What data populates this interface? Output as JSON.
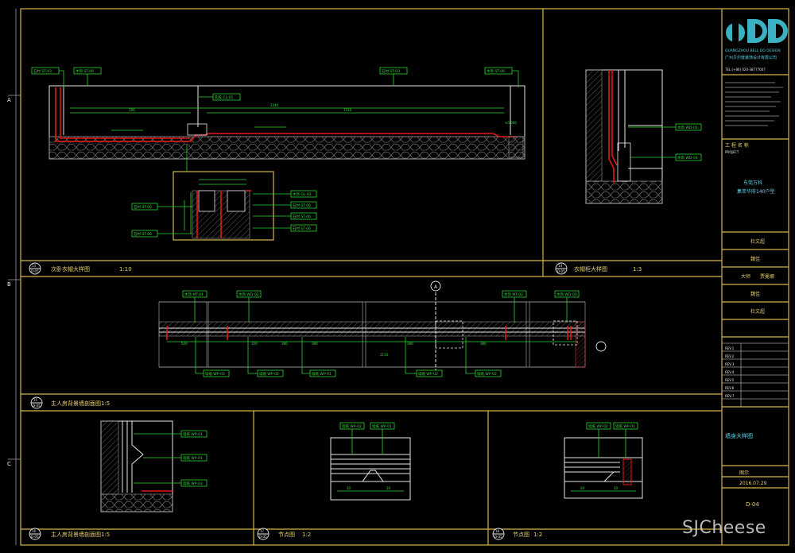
{
  "title_block": {
    "company_en": "GUANGZHOU BELL DO DESIGN",
    "company_cn": "广州贝尔度装饰设计有限公司",
    "contact": "TEL:(+86) 020-38777007",
    "project_label": "工 程 名 称",
    "project_en": "PROJECT",
    "project_name_line1": "东莞万科",
    "project_name_line2": "集萃华府140户型",
    "designer": "杜文超",
    "drafter": "魏佳",
    "checker_label": "大师",
    "checker": "贾冕娜",
    "reviewer": "魏佳",
    "approver": "杜文超",
    "revisions": [
      "REV.1",
      "REV.2",
      "REV.3",
      "REV.4",
      "REV.5",
      "REV.6",
      "REV.7"
    ],
    "drawing_title": "墙身大样图",
    "scale": "图示",
    "date": "2016.07.29",
    "drawing_no": "D-04"
  },
  "panels": [
    {
      "id": "A",
      "title": "次卧衣帽大样图",
      "scale": "1:10",
      "num_top": "13",
      "num_bot": "D-05"
    },
    {
      "id": "B",
      "title": "衣帽柜大样图",
      "scale": "1:3",
      "num_top": "14",
      "num_bot": "D-05"
    },
    {
      "id": "C",
      "title": "主人房背景墙剖面图",
      "scale": "1:5",
      "num_top": "15",
      "num_bot": "D-05"
    },
    {
      "id": "D",
      "title": "主人房背景墙剖面图",
      "scale": "1:5",
      "num_top": "16",
      "num_bot": "D-05"
    },
    {
      "id": "E",
      "title": "节点图",
      "scale": "1:2",
      "num_top": "17",
      "num_bot": "D-05"
    },
    {
      "id": "F",
      "title": "节点图",
      "scale": "1:2",
      "num_top": "18",
      "num_bot": "D-05"
    }
  ],
  "annotations": {
    "top_tags": [
      "石材 ST-03",
      "木饰 ST-06",
      "乳胶 CL-01",
      "石材 ST-03",
      "木饰 ST-06"
    ],
    "top_dims": [
      "2340",
      "190",
      "1510",
      "±0.000"
    ],
    "detail_tags": [
      "木饰 GL-02",
      "石材 ST-06",
      "石材 ST-06",
      "石材 ST-06",
      "石材 ST-06",
      "石材 ST-06"
    ],
    "b_tags": [
      "木饰 WD-01",
      "木饰 WD-01"
    ],
    "c_tags": [
      "木饰 MT-01",
      "木饰 WD-02",
      "木饰 MT-02",
      "木饰 WD-01"
    ],
    "c_bottom_tags": [
      "墙纸 WP-03",
      "墙纸 WP-02",
      "墙纸 WP-01",
      "墙纸 WP-02",
      "墙纸 WP-02"
    ],
    "c_dims": [
      "500",
      "100",
      "380",
      "380",
      "2150",
      "380",
      "380"
    ],
    "d_tags": [
      "墙纸 WP-01",
      "墙纸 WP-01",
      "墙纸 WP-03"
    ],
    "e_tags": [
      "墙纸 WP-02",
      "墙纸 WP-01"
    ],
    "f_tags": [
      "墙纸 WP-02",
      "墙纸 WP-01"
    ],
    "node_dims": [
      "20",
      "20"
    ],
    "section_marker": "A"
  },
  "watermark": "SJCheese",
  "colors": {
    "frame": "#d9b44a",
    "leader": "#2fd12f",
    "cut": "#e01818",
    "logo": "#3ab0c0"
  }
}
